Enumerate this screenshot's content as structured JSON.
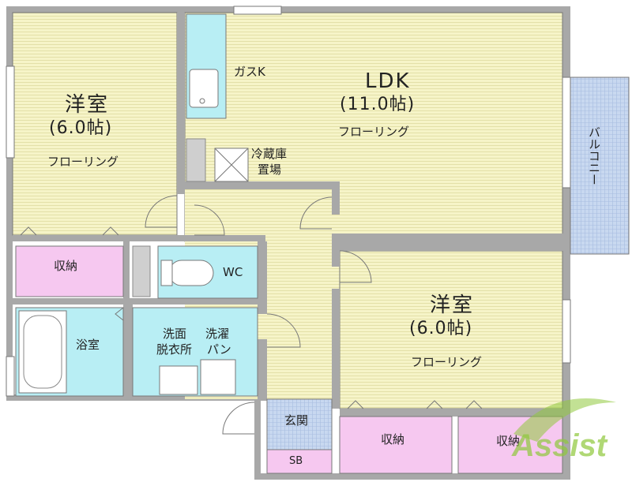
{
  "rooms": {
    "western_left": {
      "name": "洋室",
      "size": "(6.0帖)",
      "floor": "フローリング"
    },
    "ldk": {
      "name": "LDK",
      "size": "(11.0帖)",
      "floor": "フローリング"
    },
    "western_right": {
      "name": "洋室",
      "size": "(6.0帖)",
      "floor": "フローリング"
    },
    "gas_kitchen": "ガスK",
    "fridge": [
      "冷蔵庫",
      "置場"
    ],
    "balcony": "バルコニー",
    "storage_left": "収納",
    "wc": "WC",
    "bath": "浴室",
    "washroom": [
      "洗面",
      "脱衣所"
    ],
    "laundry": [
      "洗濯",
      "パン"
    ],
    "entrance": "玄関",
    "shoebox": "SB",
    "storage_bottom_1": "収納",
    "storage_bottom_2": "収納"
  },
  "watermark": "Assist",
  "colors": {
    "wall": "#a8a8a8",
    "flooring": "#f6f4c8",
    "wet": "#b8eef4",
    "storage": "#f6c8f0",
    "tile": "#c8d8f0",
    "logo_green": "#8fc83c"
  }
}
